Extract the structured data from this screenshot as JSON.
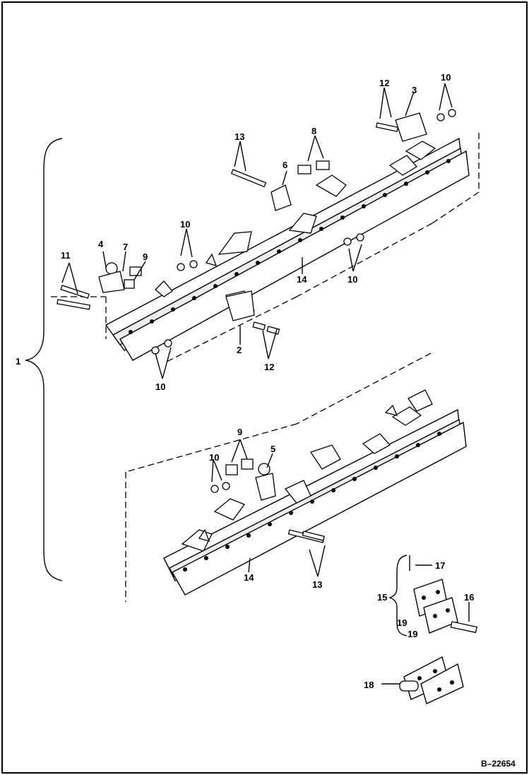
{
  "callouts": {
    "c1": "1",
    "c2": "2",
    "c3": "3",
    "c4": "4",
    "c5": "5",
    "c6": "6",
    "c7": "7",
    "c8": "8",
    "c9_upper": "9",
    "c9_lower": "9",
    "c10_top": "10",
    "c10_mid": "10",
    "c10_left": "10",
    "c10_lower": "10",
    "c11": "11",
    "c12_top": "12",
    "c12_mid": "12",
    "c13_upper": "13",
    "c13_lower": "13",
    "c14_upper": "14",
    "c14_lower": "14",
    "c15": "15",
    "c16": "16",
    "c17": "17",
    "c18": "18",
    "c19_a": "19",
    "c19_b": "19"
  },
  "figure_ref": "B–22654"
}
